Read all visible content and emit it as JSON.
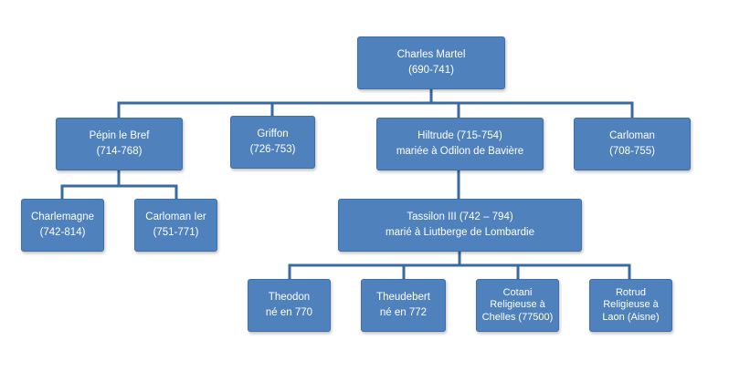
{
  "tree": {
    "charles": {
      "line1": "Charles Martel",
      "line2": "(690-741)"
    },
    "pepin": {
      "line1": "Pépin le Bref",
      "line2": "(714-768)"
    },
    "griffon": {
      "line1": "Griffon",
      "line2": "(726-753)"
    },
    "hiltrude": {
      "line1": "Hiltrude (715-754)",
      "line2": "mariée à  Odilon de Bavière"
    },
    "carloman": {
      "line1": "Carloman",
      "line2": "(708-755)"
    },
    "charlemagne": {
      "line1": "Charlemagne",
      "line2": "(742-814)"
    },
    "carloman1": {
      "line1": "Carloman Ier",
      "line2": "(751-771)"
    },
    "tassilon": {
      "line1": "Tassilon III (742 – 794)",
      "line2": "marié à Liutberge de Lombardie"
    },
    "theodon": {
      "line1": "Theodon",
      "line2": "né en 770"
    },
    "theudebert": {
      "line1": "Theudebert",
      "line2": "né en 772"
    },
    "cotani": {
      "line1": "Cotani",
      "line2": "Religieuse à",
      "line3": "Chelles (77500)"
    },
    "rotrud": {
      "line1": "Rotrud",
      "line2": "Religieuse à",
      "line3": "Laon (Aisne)"
    }
  },
  "colors": {
    "box": "#4f81bd",
    "connector": "#3a6aa4",
    "text": "#ffffff"
  }
}
